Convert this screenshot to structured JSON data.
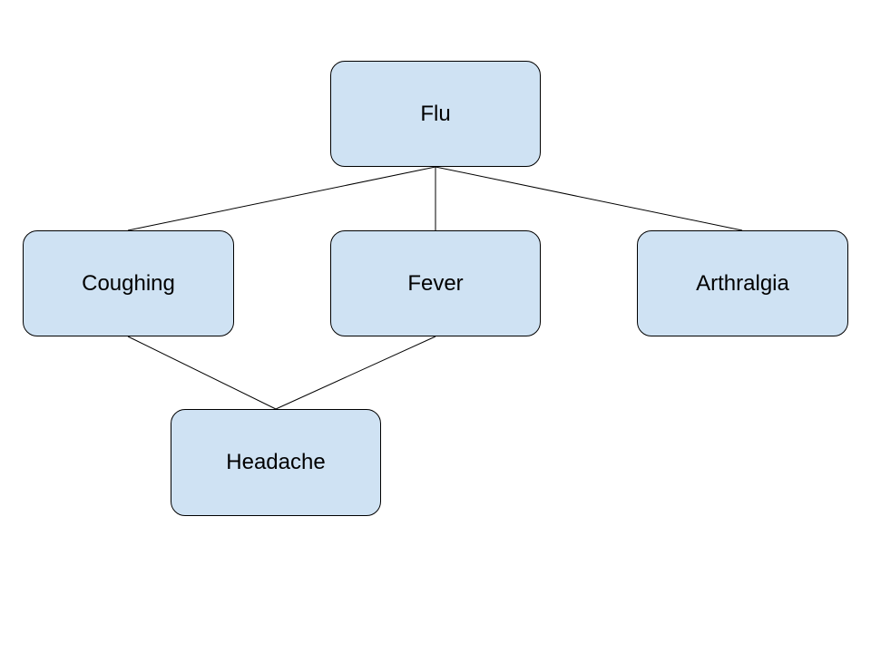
{
  "diagram": {
    "nodes": [
      {
        "id": "flu",
        "label": "Flu"
      },
      {
        "id": "coughing",
        "label": "Coughing"
      },
      {
        "id": "fever",
        "label": "Fever"
      },
      {
        "id": "arthralgia",
        "label": "Arthralgia"
      },
      {
        "id": "headache",
        "label": "Headache"
      }
    ],
    "edges": [
      {
        "from": "flu",
        "to": "coughing"
      },
      {
        "from": "flu",
        "to": "fever"
      },
      {
        "from": "flu",
        "to": "arthralgia"
      },
      {
        "from": "coughing",
        "to": "headache"
      },
      {
        "from": "fever",
        "to": "headache"
      }
    ],
    "colors": {
      "node_fill": "#cfe2f3",
      "node_border": "#000000",
      "edge": "#000000"
    }
  }
}
